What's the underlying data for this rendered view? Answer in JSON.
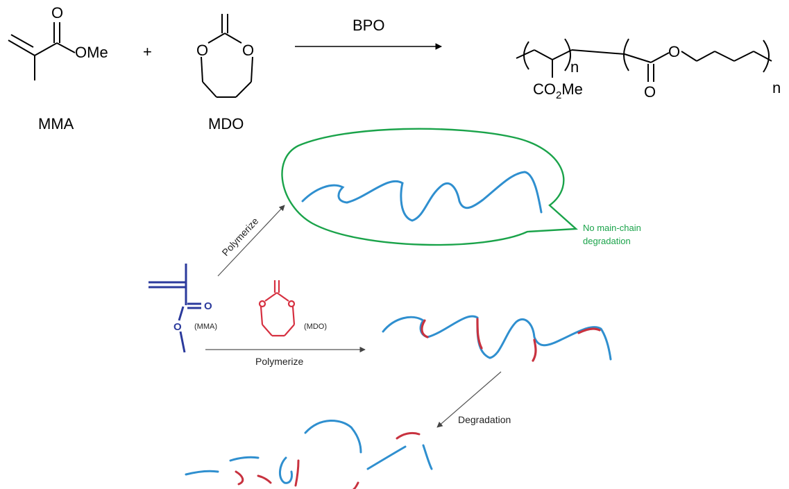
{
  "reaction": {
    "reagent_mma_ome": "OMe",
    "reagent_mma_o": "O",
    "reagent_mdo_o1": "O",
    "reagent_mdo_o2": "O",
    "plus": "+",
    "catalyst": "BPO",
    "product_n1": "n",
    "product_n2": "n",
    "product_co2me_prefix": "CO",
    "product_co2me_sub": "2",
    "product_co2me_suffix": "Me",
    "product_o_chain": "O",
    "product_o_carbonyl": "O",
    "label_mma": "MMA",
    "label_mdo": "MDO"
  },
  "scheme": {
    "step_polymerize_top": "Polymerize",
    "note_line1": "No main-chain",
    "note_line2": "degradation",
    "mma_o_carbonyl": "O",
    "mma_o_ester": "O",
    "label_mma_small": "(MMA)",
    "label_mdo_small": "(MDO)",
    "step_polymerize_bottom": "Polymerize",
    "step_degradation": "Degradation"
  },
  "colors": {
    "mma": "#2b3a9c",
    "mdo": "#d63040",
    "chain_blue": "#2f8fcf",
    "chain_red": "#c8323f",
    "bubble": "#1aa34a",
    "arrow": "#555555"
  }
}
